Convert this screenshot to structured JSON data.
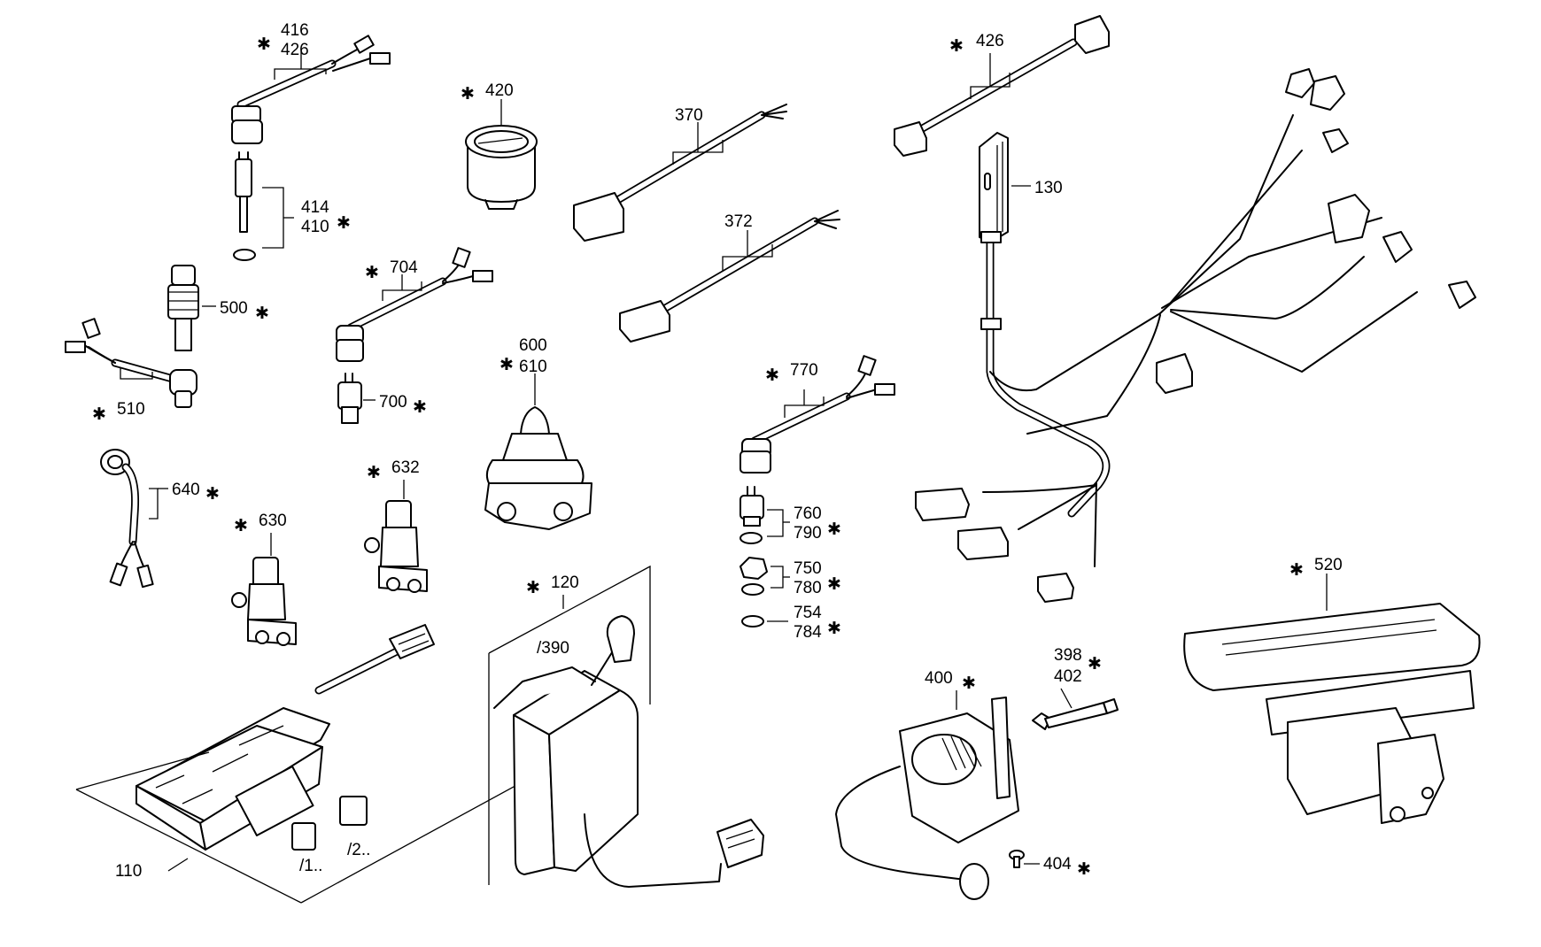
{
  "labels": {
    "p416": "416",
    "p426a": "426",
    "p426b": "426",
    "p420": "420",
    "p370": "370",
    "p372": "372",
    "p130": "130",
    "p414": "414",
    "p410": "410",
    "p500": "500",
    "p510": "510",
    "p704": "704",
    "p700": "700",
    "p600": "600",
    "p610": "610",
    "p770": "770",
    "p760": "760",
    "p790": "790",
    "p750": "750",
    "p780": "780",
    "p754": "754",
    "p784": "784",
    "p640": "640",
    "p632": "632",
    "p630": "630",
    "p120": "120",
    "p390": "/390",
    "p520": "520",
    "p398": "398",
    "p402": "402",
    "p400": "400",
    "p404": "404",
    "p110": "110",
    "p1": "/1..",
    "p2": "/2.."
  },
  "marker": "✱"
}
